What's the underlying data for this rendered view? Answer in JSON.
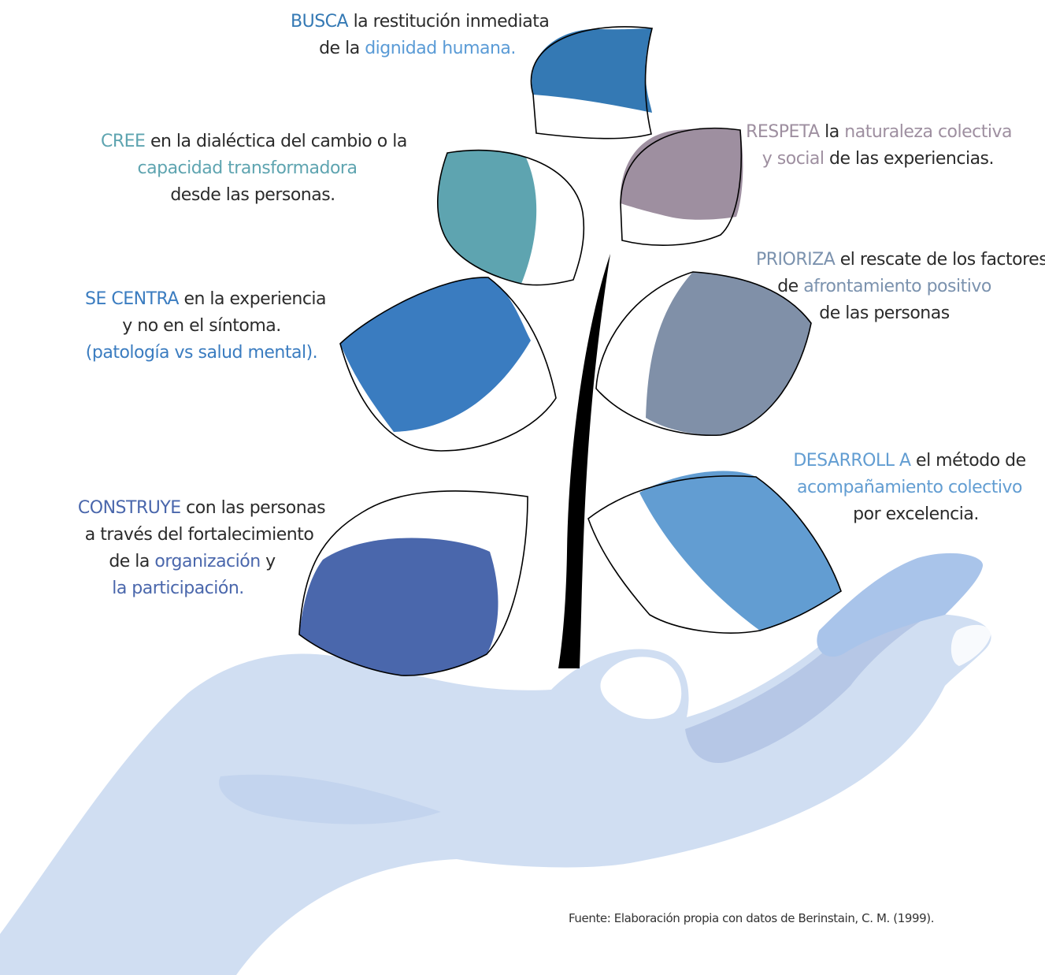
{
  "colors": {
    "busca": "#3479b4",
    "cree": "#5ea4b0",
    "respeta": "#9e8fa0",
    "se_centra": "#3a7cc0",
    "prioriza": "#8090a8",
    "construye": "#4a67ac",
    "desarrolla": "#629dd2",
    "hand": "#d0def2",
    "hand_shadow": "#b6c7e6",
    "stem": "#000000"
  },
  "icons": [
    "tree-stem-icon",
    "leaf-icon",
    "open-hand-icon"
  ],
  "items": {
    "busca": {
      "keyword": "BUSCA",
      "line1_rest": " la restitución inmediata",
      "line2_pre": "de la ",
      "line2_hl": "dignidad humana."
    },
    "cree": {
      "keyword": "CREE",
      "line1_rest": " en la dialéctica del cambio o la",
      "line2_hl": "capacidad transformadora",
      "line3": "desde las personas."
    },
    "respeta": {
      "keyword": "RESPETA",
      "line1_mid": " la ",
      "line1_hl": "naturaleza colectiva",
      "line2_hl": "y social",
      "line2_rest": " de las experiencias."
    },
    "se_centra": {
      "keyword": "SE CENTRA",
      "line1_rest": " en la experiencia",
      "line2": "y no en el síntoma.",
      "line3_hl": "(patología vs salud mental)."
    },
    "prioriza": {
      "keyword": "PRIORIZA",
      "line1_rest": " el rescate de los factores",
      "line2_pre": "de ",
      "line2_hl": "afrontamiento positivo",
      "line3": "de las personas"
    },
    "construye": {
      "keyword": "CONSTRUYE",
      "line1_rest": " con las personas",
      "line2": "a través del fortalecimiento",
      "line3_pre": "de la ",
      "line3_hl": "organización",
      "line3_post": " y",
      "line4_hl": "la participación."
    },
    "desarrolla": {
      "keyword": "DESARROLL A",
      "line1_rest": " el método de",
      "line2_hl": "acompañamiento colectivo",
      "line3": "por excelencia."
    }
  },
  "source": "Fuente: Elaboración propia con datos de Berinstain, C. M. (1999)."
}
